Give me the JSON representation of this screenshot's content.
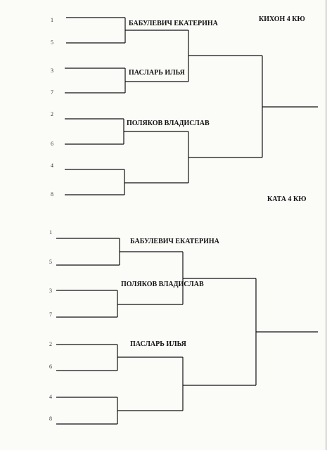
{
  "sections": [
    {
      "title": "КИХОН 4 КЮ",
      "seeds": [
        "1",
        "5",
        "3",
        "7",
        "2",
        "6",
        "4",
        "8"
      ],
      "winners": [
        "БАБУЛЕВИЧ ЕКАТЕРИНА",
        "ПАСЛАРЬ ИЛЬЯ",
        "ПОЛЯКОВ ВЛАДИСЛАВ"
      ]
    },
    {
      "title": "КАТА 4 КЮ",
      "seeds": [
        "1",
        "5",
        "3",
        "7",
        "2",
        "6",
        "4",
        "8"
      ],
      "winners": [
        "БАБУЛЕВИЧ ЕКАТЕРИНА",
        "ПОЛЯКОВ ВЛАДИСЛАВ",
        "ПАСЛАРЬ ИЛЬЯ"
      ]
    }
  ],
  "colors": {
    "ink": "#111111",
    "paper": "#fbfbf8"
  }
}
